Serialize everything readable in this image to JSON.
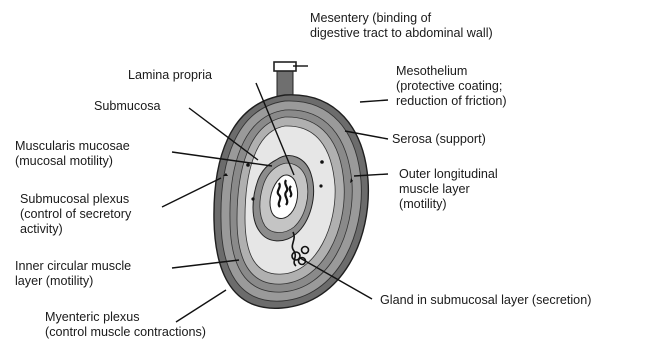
{
  "labels": {
    "mesentery": [
      "Mesentery (binding of",
      "digestive tract to abdominal wall)"
    ],
    "mesothelium": [
      "Mesothelium",
      "(protective coating;",
      "reduction of friction)"
    ],
    "lamina_propria": [
      "Lamina propria"
    ],
    "submucosa": [
      "Submucosa"
    ],
    "muscularis_mucosae": [
      "Muscularis mucosae",
      "(mucosal motility)"
    ],
    "serosa": [
      "Serosa (support)"
    ],
    "outer_longitudinal": [
      "Outer longitudinal",
      "muscle layer",
      "(motility)"
    ],
    "submucosal_plexus": [
      "Submucosal plexus",
      "(control of secretory",
      "activity)"
    ],
    "inner_circular": [
      "Inner circular muscle",
      "layer (motility)"
    ],
    "gland": [
      "Gland in submucosal layer (secretion)"
    ],
    "myenteric_plexus": [
      "Myenteric plexus",
      "(control muscle contractions)"
    ]
  }
}
